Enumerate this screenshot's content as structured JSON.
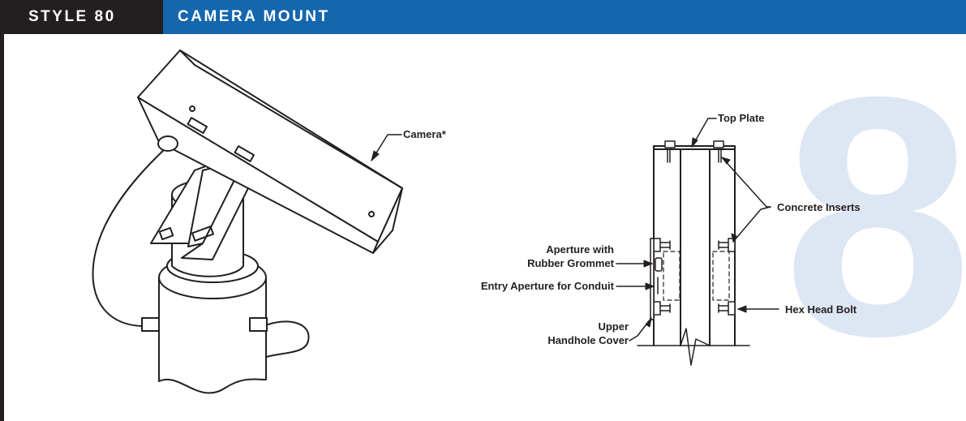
{
  "header": {
    "style_label": "STYLE 80",
    "title": "CAMERA MOUNT"
  },
  "side_number": "8",
  "labels": {
    "camera": "Camera*",
    "top_plate": "Top Plate",
    "concrete_inserts": "Concrete Inserts",
    "aperture_line1": "Aperture with",
    "aperture_line2": "Rubber Grommet",
    "entry_aperture": "Entry Aperture for Conduit",
    "handhole_line1": "Upper",
    "handhole_line2": "Handhole Cover",
    "hex_bolt": "Hex Head Bolt"
  },
  "colors": {
    "header_dark": "#231f20",
    "header_blue": "#1466ad",
    "side_number": "#dde6f3",
    "line": "#231f20"
  }
}
